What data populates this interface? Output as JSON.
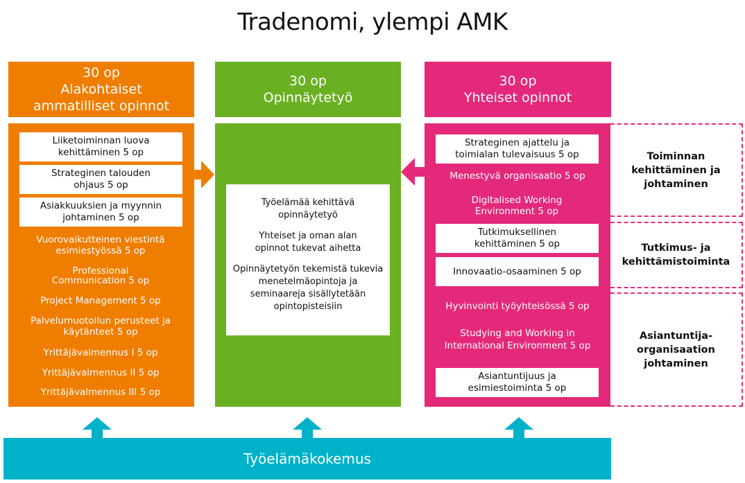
{
  "title": "Tradenomi, ylempi AMK",
  "colors": {
    "orange": "#ef7d00",
    "green": "#6ab023",
    "pink": "#e4297a",
    "teal": "#00b2c9"
  },
  "columns": [
    {
      "credits": "30 op",
      "name": "Alakohtaiset ammatilliset opinnot",
      "boxed": [
        "Liiketoiminnan luova kehittäminen 5 op",
        "Strateginen talouden ohjaus 5 op",
        "Asiakkuuksien ja myynnin johtaminen 5 op"
      ],
      "plain": [
        "Vuorovaikutteinen viestintä esimiestyössä 5 op",
        "Professional Communication 5 op",
        "Project Management 5 op",
        "Palvelumuotoilun perusteet ja käytänteet 5 op",
        "Yrittäjävalmennus I 5 op",
        "Yrittäjävalmennus II 5 op",
        "Yrittäjävalmennus III 5 op"
      ]
    },
    {
      "credits": "30 op",
      "name": "Opinnäytetyö",
      "texts": [
        "Työelämää kehittävä opinnäytetyö",
        "Yhteiset ja oman alan opinnot tukevat aihetta",
        "Opinnäytetyön tekemistä tukevia menetelmäopintoja ja seminaareja sisällytetään opintopisteisiin"
      ]
    },
    {
      "credits": "30 op",
      "name": "Yhteiset opinnot",
      "items": [
        "Strateginen ajattelu ja toimialan tulevaisuus 5 op",
        "Menestyvä organisaatio 5 op",
        "Digitalised Working Environment 5 op",
        "Tutkimuksellinen kehittäminen 5 op",
        "Innovaatio-osaaminen 5 op",
        "Hyvinvointi työyhteisössä  5 op",
        "Studying and Working in International Environment 5 op",
        "Asiantuntijuus ja esimiestoiminta 5 op"
      ]
    }
  ],
  "themes": [
    "Toiminnan kehittäminen ja johtaminen",
    "Tutkimus- ja kehittämistoiminta",
    "Asiantuntija-organisaation johtaminen"
  ],
  "bottom": "Työelämäkokemus"
}
